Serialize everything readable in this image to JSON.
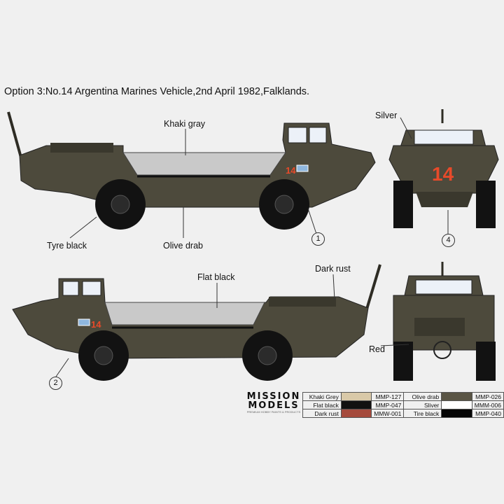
{
  "title": "Option 3:No.14 Argentina Marines Vehicle,2nd April 1982,Falklands.",
  "callouts": {
    "khaki_gray": "Khaki gray",
    "silver": "Silver",
    "tyre_black": "Tyre black",
    "olive_drab": "Olive drab",
    "flat_black": "Flat black",
    "dark_rust": "Dark rust",
    "red": "Red"
  },
  "numbers": {
    "n1": "1",
    "n2": "2",
    "n4": "4"
  },
  "vehicle_number": "14",
  "logo": {
    "line1": "MISSION",
    "line2": "MODELS",
    "tagline": "PREMIUM HOBBY PAINTS & PRODUCTS"
  },
  "paints": [
    {
      "name": "Khaki Grey",
      "color": "#d9c9a8",
      "code": "MMP-127"
    },
    {
      "name": "Olive drab",
      "color": "#5a5545",
      "code": "MMP-026"
    },
    {
      "name": "Flat black",
      "color": "#111111",
      "code": "MMP-047"
    },
    {
      "name": "Sliver",
      "color": "#ffffff",
      "code": "MMM-006"
    },
    {
      "name": "Dark rust",
      "color": "#a54a3c",
      "code": "MMW-001"
    },
    {
      "name": "Tire black",
      "color": "#050505",
      "code": "MMP-040"
    }
  ],
  "colors": {
    "hull": "#4d4a3c",
    "hull_dark": "#3a382d",
    "cargo": "#c9c9c9",
    "tyre": "#121212",
    "marking_red": "#e84a2a"
  }
}
